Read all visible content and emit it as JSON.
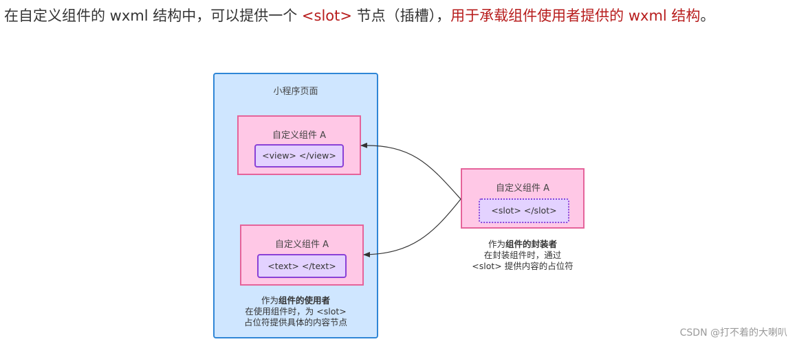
{
  "headline": {
    "part1": "在自定义组件的 wxml 结构中，可以提供一个 ",
    "slot_tag": "<slot>",
    "part2": " 节点（插槽），",
    "emphasis": "用于承载组件使用者提供的 wxml 结构",
    "end": "。"
  },
  "page_box": {
    "title": "小程序页面",
    "component_top": {
      "title": "自定义组件 A",
      "inner": "<view> </view>"
    },
    "component_bottom": {
      "title": "自定义组件 A",
      "inner": "<text> </text>"
    },
    "caption": {
      "line1_prefix": "作为",
      "line1_bold": "组件的使用者",
      "line2": "在使用组件时，为 <slot>",
      "line3": "占位符提供具体的内容节点"
    }
  },
  "wrapper_box": {
    "title": "自定义组件 A",
    "inner": "<slot> </slot>",
    "caption": {
      "line1_prefix": "作为",
      "line1_bold": "组件的封装者",
      "line2": "在封装组件时，通过",
      "line3": "<slot> 提供内容的占位符"
    }
  },
  "watermark": "CSDN @打不着的大喇叭",
  "colors": {
    "page_fill": "#cfe6ff",
    "page_border": "#2f86d6",
    "component_fill": "#ffc8e6",
    "component_border": "#e5639a",
    "inner_fill": "#e3d2ff",
    "inner_border": "#8a40d6",
    "emphasis_text": "#b71c1c"
  }
}
